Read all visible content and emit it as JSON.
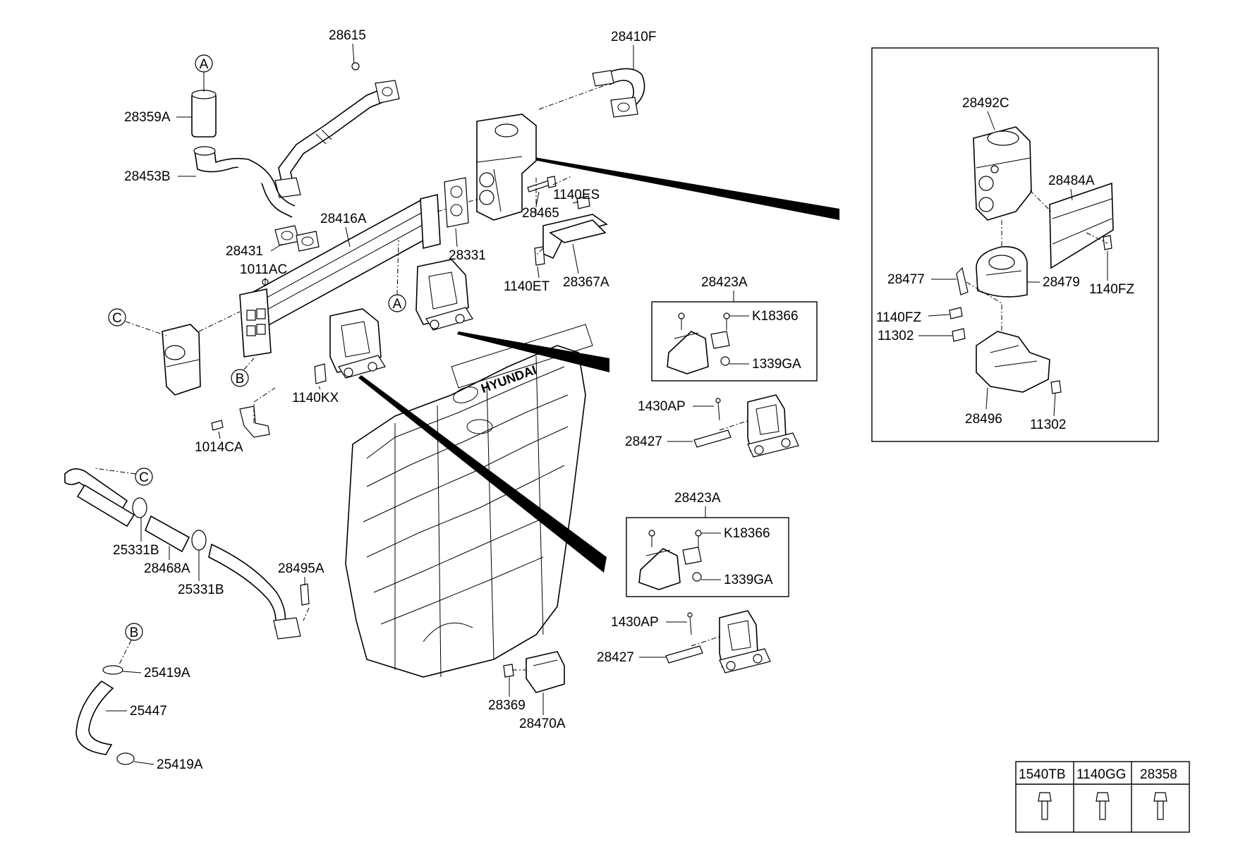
{
  "labels": {
    "p28615": "28615",
    "p28410F": "28410F",
    "p28359A": "28359A",
    "p28453B": "28453B",
    "p28416A": "28416A",
    "p28431": "28431",
    "p1011AC": "1011AC",
    "p28331": "28331",
    "p28465": "28465",
    "p1140ES": "1140ES",
    "p1140ET": "1140ET",
    "p28367A": "28367A",
    "p1140KX": "1140KX",
    "p1014CA": "1014CA",
    "p25331B_1": "25331B",
    "p28468A": "28468A",
    "p25331B_2": "25331B",
    "p28495A": "28495A",
    "p25419A_1": "25419A",
    "p25447": "25447",
    "p25419A_2": "25419A",
    "p28369": "28369",
    "p28470A": "28470A",
    "p28423A_1": "28423A",
    "pK18366_1": "K18366",
    "p1339GA_1": "1339GA",
    "p1430AP_1": "1430AP",
    "p28427_1": "28427",
    "p28423A_2": "28423A",
    "pK18366_2": "K18366",
    "p1339GA_2": "1339GA",
    "p1430AP_2": "1430AP",
    "p28427_2": "28427",
    "p28492C": "28492C",
    "p28484A": "28484A",
    "p28477": "28477",
    "p28479": "28479",
    "p1140FZ_1": "1140FZ",
    "p1140FZ_2": "1140FZ",
    "p11302_1": "11302",
    "p28496": "28496",
    "p11302_2": "11302"
  },
  "callouts": {
    "A": "A",
    "B": "B",
    "C": "C"
  },
  "engine_brand": "HYUNDAI",
  "fastener_table": {
    "headers": [
      "1540TB",
      "1140GG",
      "28358"
    ]
  }
}
